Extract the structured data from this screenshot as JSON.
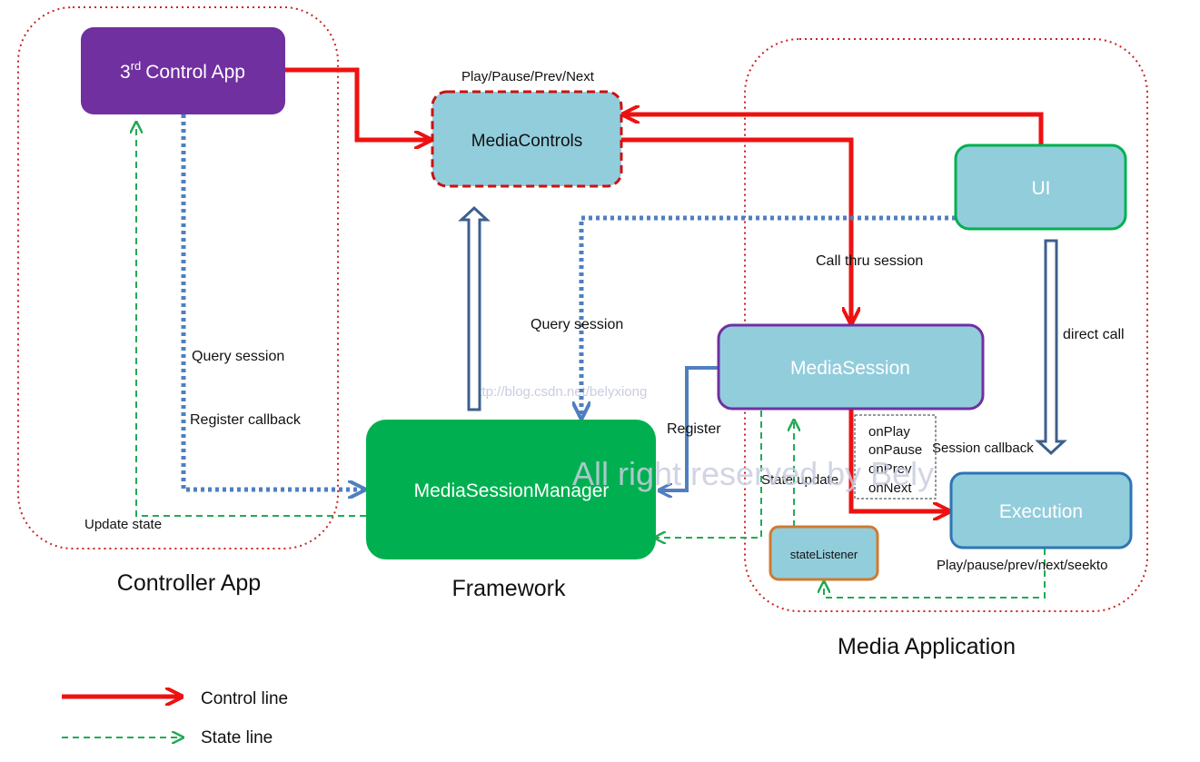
{
  "groups": {
    "controller_app": "Controller App",
    "framework": "Framework",
    "media_application": "Media Application"
  },
  "nodes": {
    "control_app_prefix": "3",
    "control_app_sup": "rd",
    "control_app_rest": "Control  App",
    "media_controls": "MediaControls",
    "ui": "UI",
    "media_session": "MediaSession",
    "media_session_manager": "MediaSessionManager",
    "execution": "Execution",
    "state_listener": "stateListener"
  },
  "labels": {
    "play_pause_prev_next": "Play/Pause/Prev/Next",
    "call_thru_session": "Call thru session",
    "query_session_framework": "Query session",
    "query_session_controller": "Query session",
    "register_callback": "Register  callback",
    "update_state": "Update state",
    "register": "Register",
    "state_update": "State update",
    "session_callback": "Session callback",
    "direct_call": "direct call",
    "seekto": "Play/pause/prev/next/seekto"
  },
  "callbacks": [
    "onPlay",
    "onPause",
    "onPrev",
    "onNext"
  ],
  "legend": {
    "control_line": "Control line",
    "state_line": "State line"
  },
  "watermark": {
    "text": "All right reserved by Bely",
    "url": "http://blog.csdn.net/belyxiong"
  },
  "colors": {
    "control_red": "#ee1111",
    "state_green": "#22aa55",
    "blue_dotted": "#4f7fbf",
    "hollow_arrow": "#3d5f8c",
    "group_border": "#cc2222",
    "purple": "#7030a0",
    "light_blue": "#92cddc",
    "green": "#00b050",
    "orange": "#d07a30"
  }
}
